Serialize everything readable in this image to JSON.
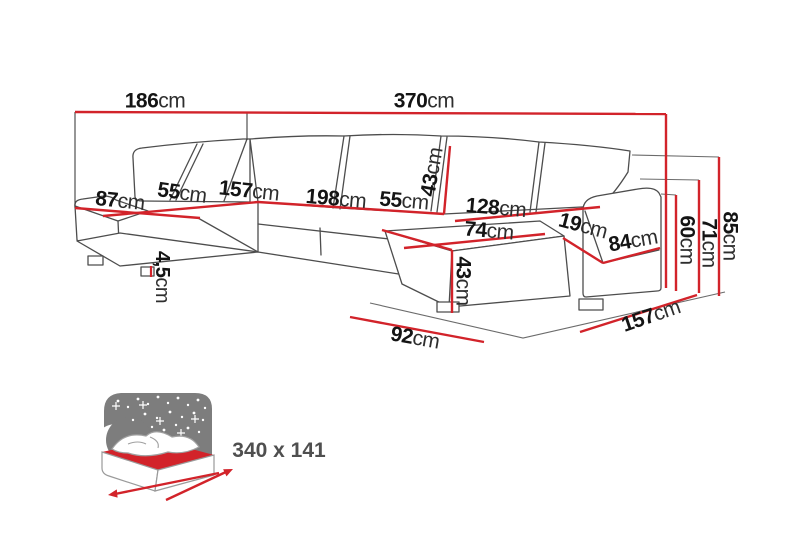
{
  "colors": {
    "dimension_red": "#d2232a",
    "outline_gray": "#4d4d4d",
    "icon_gray": "#7d7d7d",
    "label_black": "#1a1a1a",
    "icon_text_gray": "#4f4f4f"
  },
  "dims": {
    "d186": {
      "value": "186",
      "unit": "cm"
    },
    "d370": {
      "value": "370",
      "unit": "cm"
    },
    "d87": {
      "value": "87",
      "unit": "cm"
    },
    "d55a": {
      "value": "55",
      "unit": "cm"
    },
    "d157a": {
      "value": "157",
      "unit": "cm"
    },
    "d198": {
      "value": "198",
      "unit": "cm"
    },
    "d55b": {
      "value": "55",
      "unit": "cm"
    },
    "d43a": {
      "value": "43",
      "unit": "cm"
    },
    "d128": {
      "value": "128",
      "unit": "cm"
    },
    "d74": {
      "value": "74",
      "unit": "cm"
    },
    "d19": {
      "value": "19",
      "unit": "cm"
    },
    "d84": {
      "value": "84",
      "unit": "cm"
    },
    "d43b": {
      "value": "43",
      "unit": "cm"
    },
    "d45": {
      "value": "4,5",
      "unit": "cm"
    },
    "d92": {
      "value": "92",
      "unit": "cm"
    },
    "d157b": {
      "value": "157",
      "unit": "cm"
    },
    "d60": {
      "value": "60",
      "unit": "cm"
    },
    "d71": {
      "value": "71",
      "unit": "cm"
    },
    "d85": {
      "value": "85",
      "unit": "cm"
    }
  },
  "sleeping_area": {
    "text": "340 x 141"
  }
}
